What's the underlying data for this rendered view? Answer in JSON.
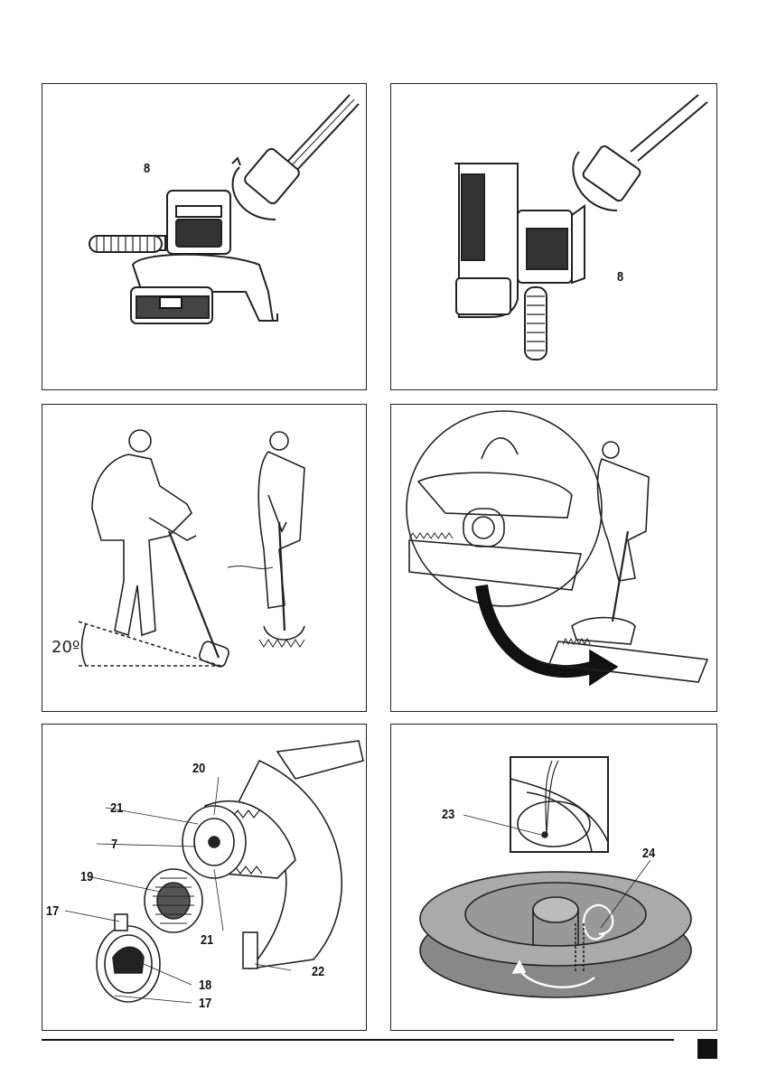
{
  "figures": [
    {
      "id": "fig1",
      "labels": [
        "8"
      ]
    },
    {
      "id": "fig2",
      "labels": [
        "8"
      ]
    },
    {
      "id": "fig3",
      "angle": "20º"
    },
    {
      "id": "fig4"
    },
    {
      "id": "fig5",
      "labels": [
        "20",
        "21",
        "7",
        "19",
        "17",
        "21",
        "18",
        "22",
        "17"
      ]
    },
    {
      "id": "fig6",
      "labels": [
        "23",
        "24"
      ]
    }
  ]
}
